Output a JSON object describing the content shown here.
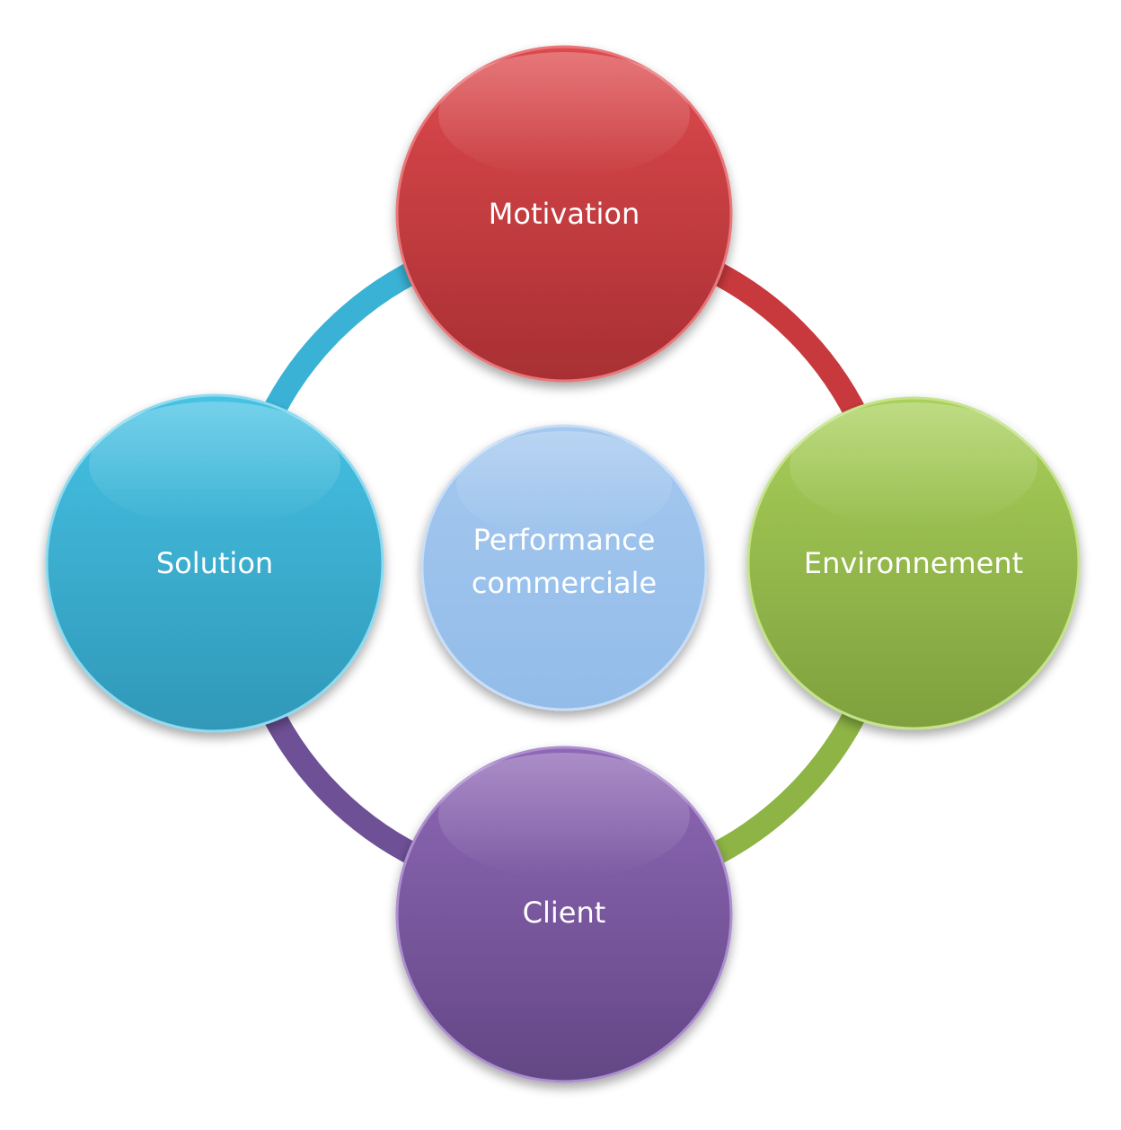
{
  "diagram": {
    "center": {
      "label_line1": "Performance",
      "label_line2": "commerciale",
      "color": "#9bc2ec"
    },
    "nodes": [
      {
        "id": "motivation",
        "label": "Motivation",
        "color": "#c83c40",
        "ring_color": "#c8393d"
      },
      {
        "id": "environnement",
        "label": "Environnement",
        "color": "#96bb48",
        "ring_color": "#8db444"
      },
      {
        "id": "client",
        "label": "Client",
        "color": "#7a58a0",
        "ring_color": "#6e5096"
      },
      {
        "id": "solution",
        "label": "Solution",
        "color": "#3aaed0",
        "ring_color": "#3ab2d6"
      }
    ]
  }
}
